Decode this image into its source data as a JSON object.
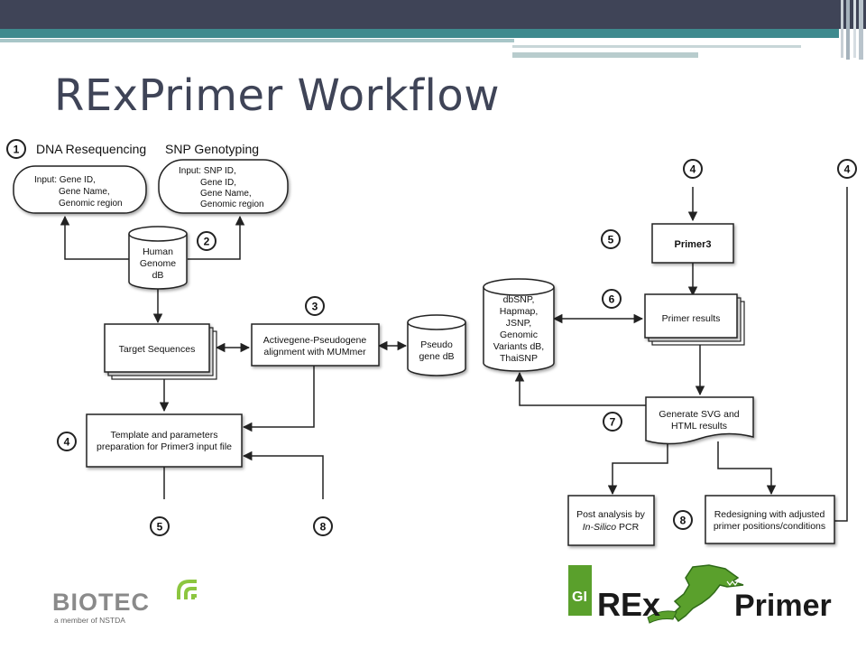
{
  "slide": {
    "title": "RExPrimer Workflow",
    "colors": {
      "header_dark": "#3f4457",
      "header_teal": "#3e8a8e",
      "line": "#222222"
    }
  },
  "diagram": {
    "steps": {
      "s1": "1",
      "s2": "2",
      "s3": "3",
      "s4a": "4",
      "s4b": "4",
      "s4c": "4",
      "s5a": "5",
      "s5b": "5",
      "s6": "6",
      "s7": "7",
      "s8a": "8",
      "s8b": "8"
    },
    "labels": {
      "dna_reseq": "DNA Resequencing",
      "snp_geno": "SNP Genotyping"
    },
    "input_dna": [
      "Input: Gene ID,",
      "Gene Name,",
      "Genomic region"
    ],
    "input_snp": [
      "Input: SNP ID,",
      "Gene ID,",
      "Gene Name,",
      "Genomic region"
    ],
    "human_db": [
      "Human",
      "Genome",
      "dB"
    ],
    "target_seq": "Target Sequences",
    "alignment": [
      "Activegene-Pseudogene",
      "alignment with MUMmer"
    ],
    "pseudo_db": [
      "Pseudo",
      "gene dB"
    ],
    "template": [
      "Template and parameters",
      "preparation for Primer3 input file"
    ],
    "primer3": "Primer3",
    "primer_results": "Primer results",
    "snp_db": [
      "dbSNP,",
      "Hapmap,",
      "JSNP,",
      "Genomic",
      "Variants dB,",
      "ThaiSNP"
    ],
    "generate": [
      "Generate SVG and",
      "HTML results"
    ],
    "post_analysis": [
      "Post analysis by",
      "In-Silico",
      " PCR"
    ],
    "redesign": [
      "Redesigning with adjusted",
      "primer positions/conditions"
    ]
  },
  "branding": {
    "biotec_name": "BIOTEC",
    "biotec_tagline": "a member of NSTDA",
    "rex_left": "REx",
    "rex_right": "Primer",
    "gi_letters": "GI",
    "colors": {
      "biotec_gray": "#8a8a8a",
      "biotec_green": "#8cc63f",
      "rex_green": "#5aa02c",
      "rex_dark": "#1a1a1a"
    }
  }
}
